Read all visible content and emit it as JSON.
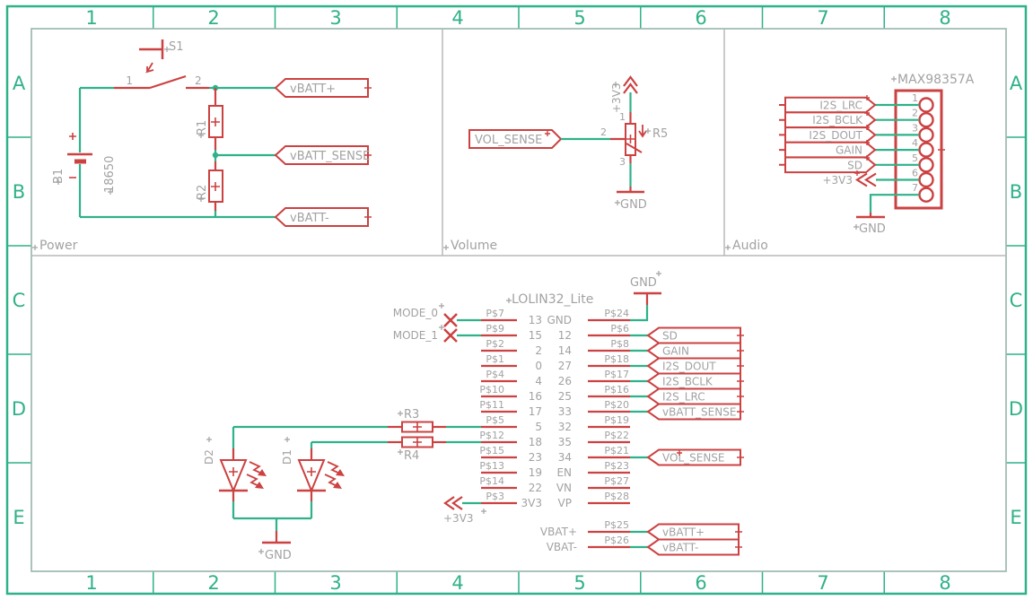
{
  "colors": {
    "frame_green": "#2fb189",
    "wire_green": "#2fb189",
    "part_red": "#cc4141",
    "label_gray": "#a2a2a2",
    "section_gray": "#b8b8b8",
    "background": "#ffffff"
  },
  "frame": {
    "cols": [
      "1",
      "2",
      "3",
      "4",
      "5",
      "6",
      "7",
      "8"
    ],
    "rows": [
      "A",
      "B",
      "C",
      "D",
      "E"
    ]
  },
  "sections": {
    "power": "Power",
    "volume": "Volume",
    "audio": "Audio"
  },
  "power": {
    "b1": "B1",
    "b1_value": "18650",
    "s1": "S1",
    "s1_pin1": "1",
    "s1_pin2": "2",
    "r1": "R1",
    "r2": "R2",
    "flag_plus": "vBATT+",
    "flag_sense": "vBATT_SENSE",
    "flag_minus": "vBATT-"
  },
  "volume": {
    "flag": "VOL_SENSE",
    "r5": "R5",
    "pin1": "1",
    "pin2": "2",
    "pin3": "3",
    "supply": "+3V3",
    "gnd": "GND"
  },
  "audio": {
    "title": "MAX98357A",
    "flags": [
      "I2S_LRC",
      "I2S_BCLK",
      "I2S_DOUT",
      "GAIN",
      "SD"
    ],
    "supply": "+3V3",
    "gnd": "GND",
    "pins": [
      "1",
      "2",
      "3",
      "4",
      "5",
      "6",
      "7"
    ]
  },
  "mcu": {
    "title": "LOLIN32_Lite",
    "gnd_top": "GND",
    "left": [
      {
        "n": "P$7",
        "a": "13",
        "b": "GND"
      },
      {
        "n": "P$9",
        "a": "15",
        "b": "12"
      },
      {
        "n": "P$2",
        "a": "2",
        "b": "14"
      },
      {
        "n": "P$1",
        "a": "0",
        "b": "27"
      },
      {
        "n": "P$4",
        "a": "4",
        "b": "26"
      },
      {
        "n": "P$10",
        "a": "16",
        "b": "25"
      },
      {
        "n": "P$11",
        "a": "17",
        "b": "33"
      },
      {
        "n": "P$5",
        "a": "5",
        "b": "32"
      },
      {
        "n": "P$12",
        "a": "18",
        "b": "35"
      },
      {
        "n": "P$15",
        "a": "23",
        "b": "34"
      },
      {
        "n": "P$13",
        "a": "19",
        "b": "EN"
      },
      {
        "n": "P$14",
        "a": "22",
        "b": "VN"
      },
      {
        "n": "P$3",
        "a": "3V3",
        "b": "VP"
      }
    ],
    "right": [
      "P$24",
      "P$6",
      "P$8",
      "P$18",
      "P$17",
      "P$16",
      "P$20",
      "P$19",
      "P$22",
      "P$21",
      "P$23",
      "P$27",
      "P$28"
    ],
    "mode0": "MODE_0",
    "mode1": "MODE_1",
    "flags": [
      "SD",
      "GAIN",
      "I2S_DOUT",
      "I2S_BCLK",
      "I2S_LRC",
      "vBATT_SENSE"
    ],
    "vol_flag": "VOL_SENSE",
    "supply": "+3V3",
    "r3": "R3",
    "r4": "R4",
    "d2": "D2",
    "d1": "D1",
    "gnd_led": "GND",
    "vbat_plus": "VBAT+",
    "vbat_minus": "VBAT-",
    "p25": "P$25",
    "p26": "P$26",
    "flag_vbatt_plus": "vBATT+",
    "flag_vbatt_minus": "vBATT-"
  }
}
